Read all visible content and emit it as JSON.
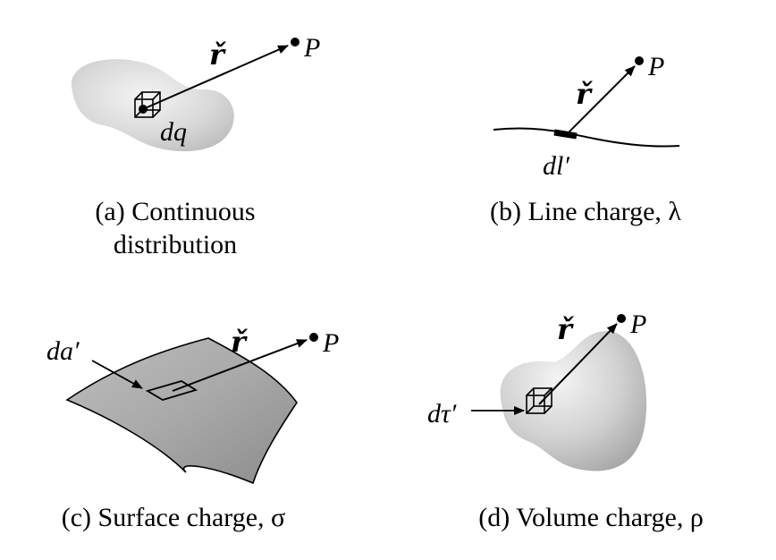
{
  "panels": {
    "a": {
      "caption_line1": "(a) Continuous",
      "caption_line2": "distribution",
      "point_label": "P",
      "element_label": "dq",
      "separation_symbol": "ř"
    },
    "b": {
      "caption": "(b) Line charge, λ",
      "point_label": "P",
      "element_label": "dl′",
      "separation_symbol": "ř"
    },
    "c": {
      "caption": "(c) Surface charge, σ",
      "point_label": "P",
      "element_label": "da′",
      "separation_symbol": "ř"
    },
    "d": {
      "caption": "(d) Volume charge, ρ",
      "point_label": "P",
      "element_label": "dτ′",
      "separation_symbol": "ř"
    }
  },
  "colors": {
    "ink": "#000000",
    "blob_light": "#f2f2f2",
    "blob_dark": "#b3b3b3",
    "surface_light": "#cfcfcf",
    "surface_dark": "#8f8f8f"
  }
}
